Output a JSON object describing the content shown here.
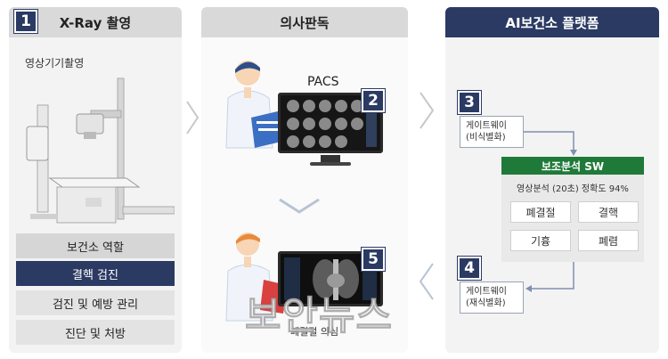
{
  "panel1": {
    "number": "1",
    "title": "X-Ray 촬영",
    "subtitle": "영상기기촬영",
    "roles_header": "보건소 역할",
    "roles": [
      "결핵 검진",
      "검진 및 예방 관리",
      "진단 및 처방"
    ]
  },
  "panel2": {
    "title": "의사판독",
    "pacs_label": "PACS",
    "step2": "2",
    "step5": "5",
    "suspect_label": "폐결절 의심"
  },
  "panel3": {
    "title": "AI보건소 플랫폼",
    "step3": "3",
    "gateway_top": [
      "게이트웨이",
      "(비식별화)"
    ],
    "sw_title": "보조분석 SW",
    "analysis_text": "영상분석 (20초) 정확도 94%",
    "diseases": [
      "폐결절",
      "결핵",
      "기흉",
      "폐렴"
    ],
    "step4": "4",
    "gateway_bottom": [
      "게이트웨이",
      "(재식별화)"
    ]
  },
  "watermark": "보안뉴스",
  "colors": {
    "navy": "#2b3a63",
    "green": "#1f7a3a",
    "panel": "#f3f3f3"
  }
}
